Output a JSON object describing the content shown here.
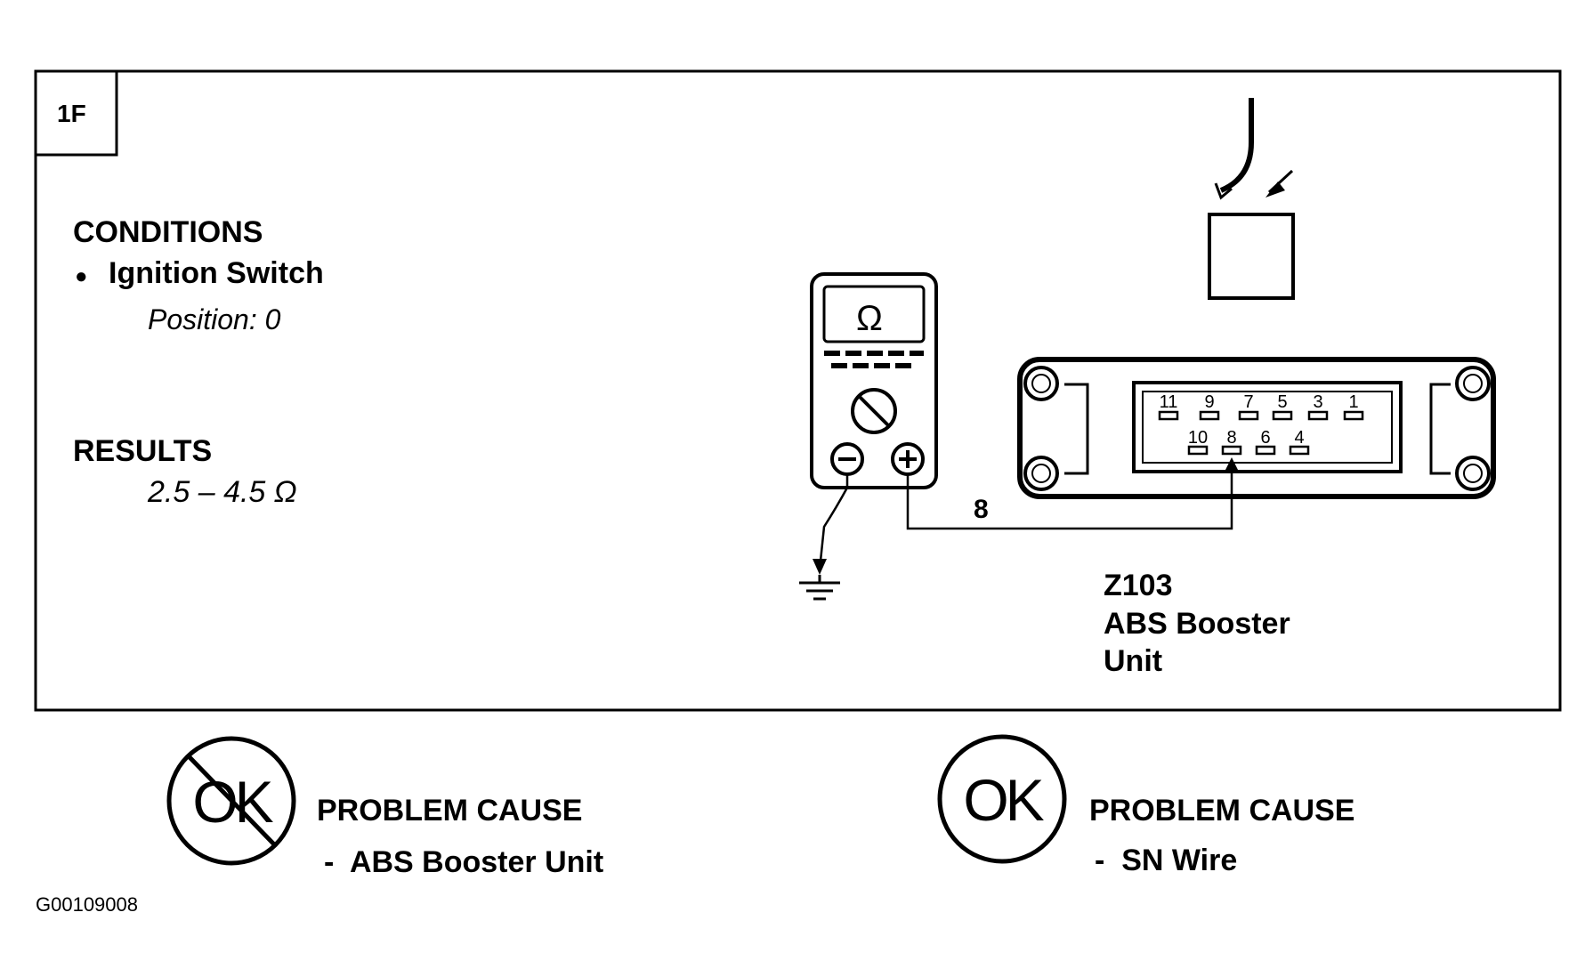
{
  "step_label": "1F",
  "conditions": {
    "heading": "CONDITIONS",
    "bullet": "●",
    "item": "Ignition Switch",
    "detail": "Position: 0"
  },
  "results": {
    "heading": "RESULTS",
    "value": "2.5 – 4.5 Ω"
  },
  "meter": {
    "display_symbol": "Ω",
    "neg_symbol": "⊖",
    "pos_symbol": "⊕"
  },
  "wire_label": "8",
  "connector": {
    "top_pins": [
      "11",
      "9",
      "7",
      "5",
      "3",
      "1"
    ],
    "bottom_pins": [
      "10",
      "8",
      "6",
      "4"
    ]
  },
  "component": {
    "code": "Z103",
    "name_line1": "ABS Booster",
    "name_line2": "Unit"
  },
  "outcome_not_ok": {
    "symbol": "OK",
    "heading": "PROBLEM CAUSE",
    "cause": "-  ABS Booster Unit"
  },
  "outcome_ok": {
    "symbol": "OK",
    "heading": "PROBLEM CAUSE",
    "cause": "-  SN Wire"
  },
  "figure_id": "G00109008"
}
